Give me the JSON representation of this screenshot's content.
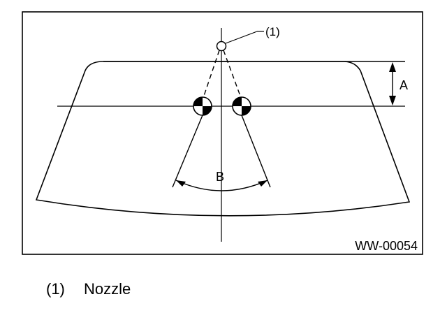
{
  "diagram": {
    "callout_label": "(1)",
    "dimension_a_label": "A",
    "angle_b_label": "B",
    "figure_code": "WW-00054"
  },
  "legend": {
    "items": [
      {
        "number": "(1)",
        "label": "Nozzle"
      }
    ]
  }
}
